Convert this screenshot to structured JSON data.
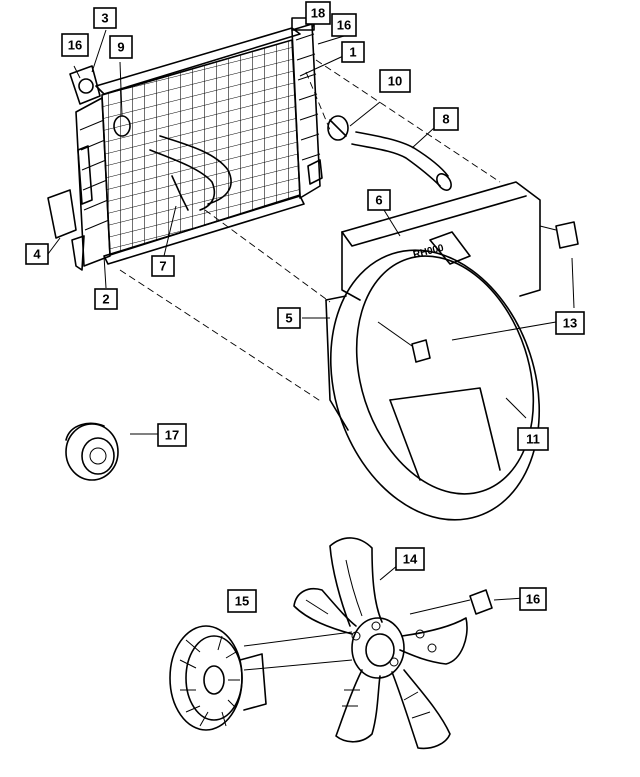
{
  "callouts": [
    {
      "id": "c1",
      "label": "1"
    },
    {
      "id": "c2",
      "label": "2"
    },
    {
      "id": "c3",
      "label": "3"
    },
    {
      "id": "c4",
      "label": "4"
    },
    {
      "id": "c5",
      "label": "5"
    },
    {
      "id": "c6",
      "label": "6"
    },
    {
      "id": "c7",
      "label": "7"
    },
    {
      "id": "c8",
      "label": "8"
    },
    {
      "id": "c9",
      "label": "9"
    },
    {
      "id": "c10",
      "label": "10"
    },
    {
      "id": "c11",
      "label": "11"
    },
    {
      "id": "c13",
      "label": "13"
    },
    {
      "id": "c14",
      "label": "14"
    },
    {
      "id": "c15",
      "label": "15"
    },
    {
      "id": "c16a",
      "label": "16"
    },
    {
      "id": "c16b",
      "label": "16"
    },
    {
      "id": "c16c",
      "label": "16"
    },
    {
      "id": "c17",
      "label": "17"
    },
    {
      "id": "c18",
      "label": "18"
    }
  ],
  "shroud_stamp": "RH000"
}
